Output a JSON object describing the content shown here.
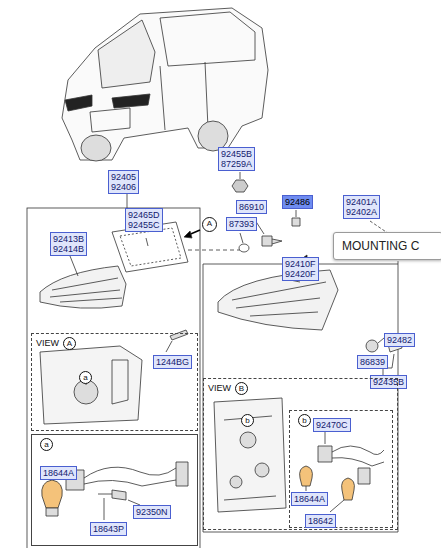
{
  "diagram": {
    "nodes": [
      {
        "text": [
          "92405",
          "92406"
        ]
      },
      {
        "text": [
          "92465D",
          "92455C"
        ]
      },
      {
        "text": [
          "92413B",
          "92414B"
        ]
      },
      {
        "text": [
          "92455B",
          "87259A"
        ]
      },
      {
        "text": [
          "86910"
        ]
      },
      {
        "text": [
          "87393"
        ]
      },
      {
        "text": [
          "92486"
        ]
      },
      {
        "text": [
          "92401A",
          "92402A"
        ]
      },
      {
        "text": [
          "MOUNTING C"
        ]
      },
      {
        "text": [
          "92410F",
          "92420F"
        ]
      },
      {
        "text": [
          "1244BG"
        ]
      },
      {
        "text": [
          "92482"
        ]
      },
      {
        "text": [
          "86839"
        ]
      },
      {
        "text": [
          "92435B"
        ]
      },
      {
        "text": [
          "VIEW",
          "A"
        ]
      },
      {
        "text": [
          "a"
        ],
        "in": 14
      },
      {
        "text": [
          "a"
        ]
      },
      {
        "text": [
          "18644A"
        ],
        "in": 16
      },
      {
        "text": [
          "92350N"
        ],
        "in": 16
      },
      {
        "text": [
          "18643P"
        ],
        "in": 16
      },
      {
        "text": [
          "VIEW",
          "B"
        ]
      },
      {
        "text": [
          "b"
        ],
        "in": 20
      },
      {
        "text": [
          "b"
        ],
        "in": 20
      },
      {
        "text": [
          "92470C"
        ],
        "in": 22
      },
      {
        "text": [
          "18644A"
        ],
        "in": 22
      },
      {
        "text": [
          "18642"
        ],
        "in": 22
      }
    ],
    "labels": [
      "A"
    ]
  }
}
